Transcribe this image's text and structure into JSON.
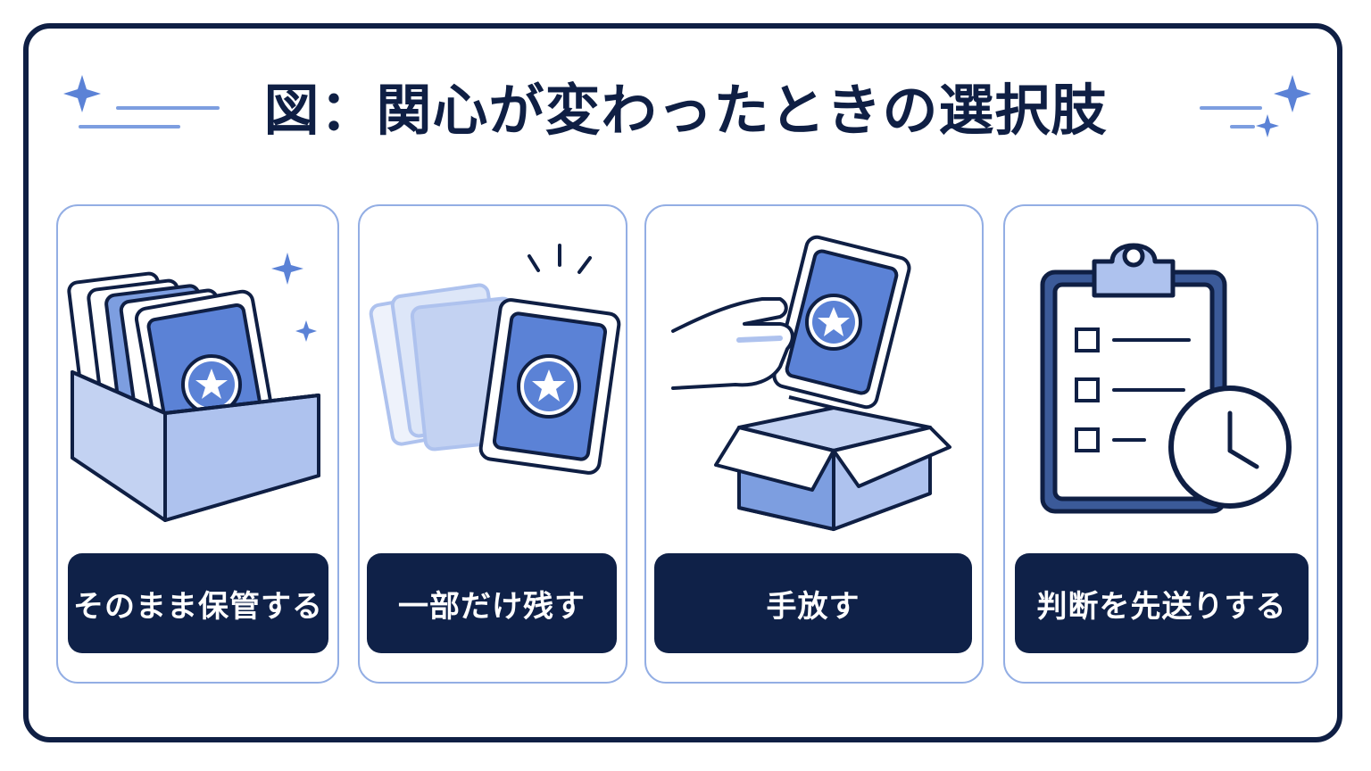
{
  "title": "図：関心が変わったときの選択肢",
  "colors": {
    "navy": "#0f1f44",
    "label_bg": "#0f2148",
    "accent": "#5b82d6",
    "light_blue": "#c3d2f2",
    "card_border": "#93aee4"
  },
  "options": [
    {
      "label": "そのまま保管する",
      "icon": "card-box-icon"
    },
    {
      "label": "一部だけ残す",
      "icon": "selected-card-icon"
    },
    {
      "label": "手放す",
      "icon": "hand-dropping-card-icon"
    },
    {
      "label": "判断を先送りする",
      "icon": "clipboard-clock-icon"
    }
  ]
}
